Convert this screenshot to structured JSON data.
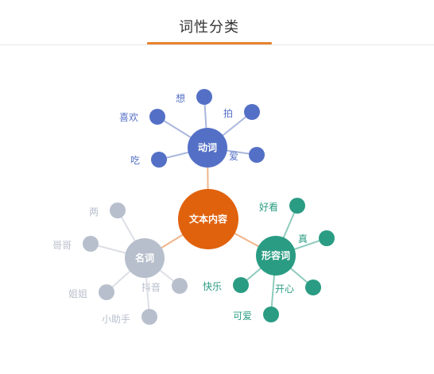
{
  "title": "词性分类",
  "accent_color": "#e8822f",
  "center": {
    "label": "文本内容",
    "color": "#e0620d",
    "link_color": "#f0b48a"
  },
  "groups": [
    {
      "id": "verb",
      "label": "动词",
      "color": "#5470c6",
      "link_color": "#aab6dd",
      "leaves": [
        "想",
        "拍",
        "喜欢",
        "爱",
        "吃"
      ]
    },
    {
      "id": "adjective",
      "label": "形容词",
      "color": "#2a9c83",
      "link_color": "#8fcbbd",
      "leaves": [
        "好看",
        "真",
        "开心",
        "快乐",
        "可爱"
      ]
    },
    {
      "id": "noun",
      "label": "名词",
      "color": "#b8bfcc",
      "link_color": "#dcdfe5",
      "leaves": [
        "两",
        "哥哥",
        "姐姐",
        "抖音",
        "小助手"
      ]
    }
  ]
}
